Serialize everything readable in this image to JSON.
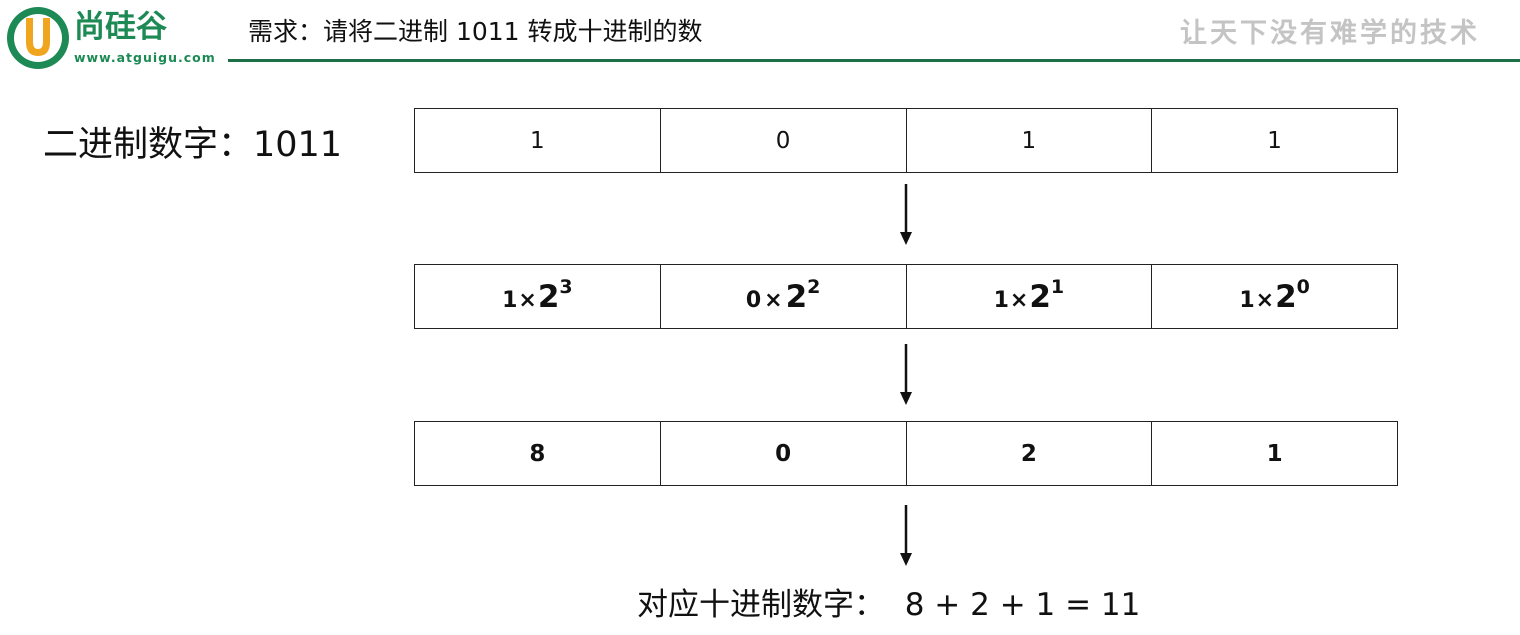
{
  "header": {
    "logo_text": "尚硅谷",
    "logo_url": "www.atguigu.com",
    "title": "需求：请将二进制 1011 转成十进制的数",
    "slogan": "让天下没有难学的技术"
  },
  "binary_label": "二进制数字：1011",
  "binary_digits": [
    "1",
    "0",
    "1",
    "1"
  ],
  "power_terms": [
    {
      "coef": "1",
      "times": "×",
      "base": "2",
      "exp": "3"
    },
    {
      "coef": "0",
      "times": "×",
      "base": "2",
      "exp": "2"
    },
    {
      "coef": "1",
      "times": "×",
      "base": "2",
      "exp": "1"
    },
    {
      "coef": "1",
      "times": "×",
      "base": "2",
      "exp": "0"
    }
  ],
  "values": [
    "8",
    "0",
    "2",
    "1"
  ],
  "result": "对应十进制数字：  8 + 2 + 1 = 11",
  "colors": {
    "brand_green": "#1d8a55",
    "logo_orange": "#f0a51e",
    "slogan_gray": "#c4c4c4"
  }
}
